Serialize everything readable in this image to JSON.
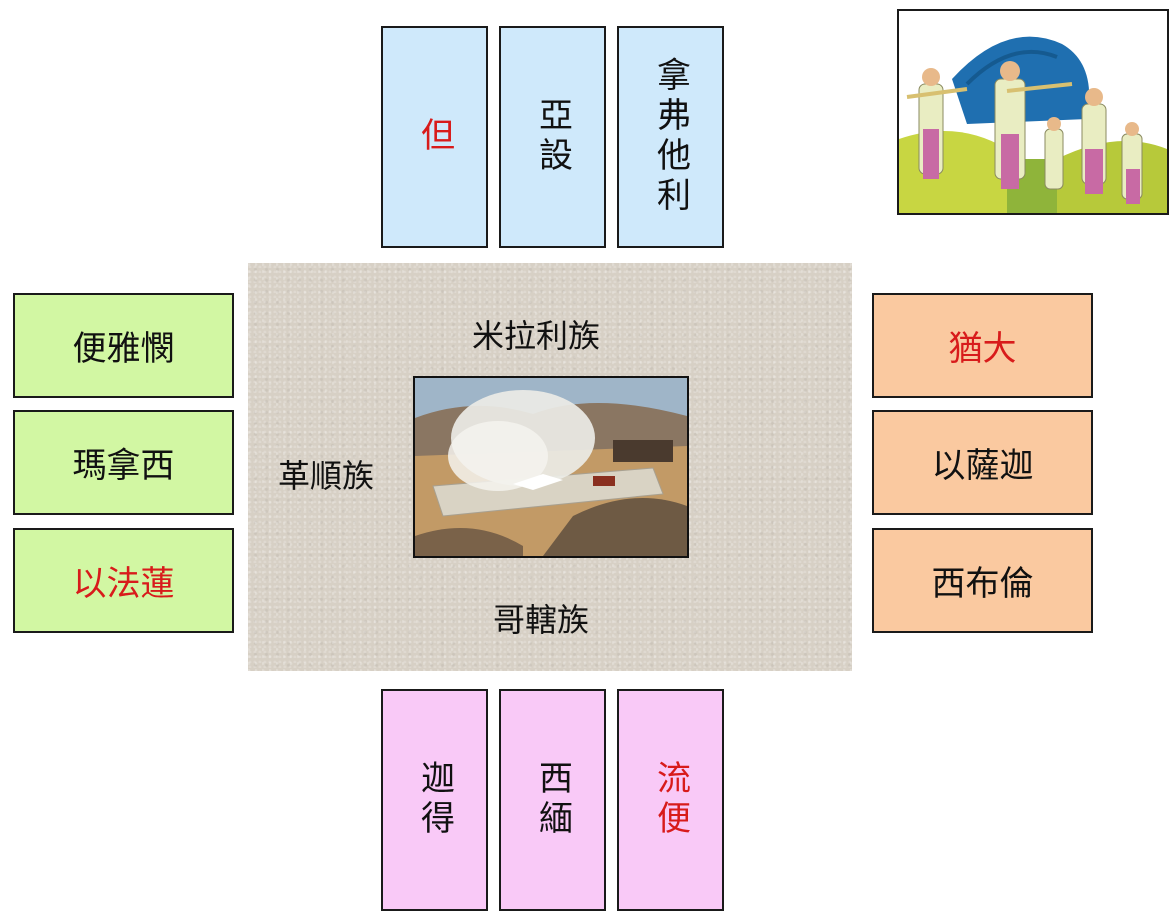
{
  "north_tribes": [
    {
      "label": "但",
      "highlight": true
    },
    {
      "label": "亞設",
      "highlight": false
    },
    {
      "label": "拿弗他利",
      "highlight": false
    }
  ],
  "west_tribes": [
    {
      "label": "便雅憫",
      "highlight": false
    },
    {
      "label": "瑪拿西",
      "highlight": false
    },
    {
      "label": "以法蓮",
      "highlight": true
    }
  ],
  "east_tribes": [
    {
      "label": "猶大",
      "highlight": true
    },
    {
      "label": "以薩迦",
      "highlight": false
    },
    {
      "label": "西布倫",
      "highlight": false
    }
  ],
  "south_tribes": [
    {
      "label": "迦得",
      "highlight": false
    },
    {
      "label": "西緬",
      "highlight": false
    },
    {
      "label": "流便",
      "highlight": true
    }
  ],
  "center": {
    "north_clan": "米拉利族",
    "west_clan": "革順族",
    "south_clan": "哥轄族"
  },
  "colors": {
    "north": "#cfe9fb",
    "west": "#d2f7a3",
    "east": "#fac9a0",
    "south": "#f9c9f7",
    "highlight_text": "#d81b1b"
  }
}
